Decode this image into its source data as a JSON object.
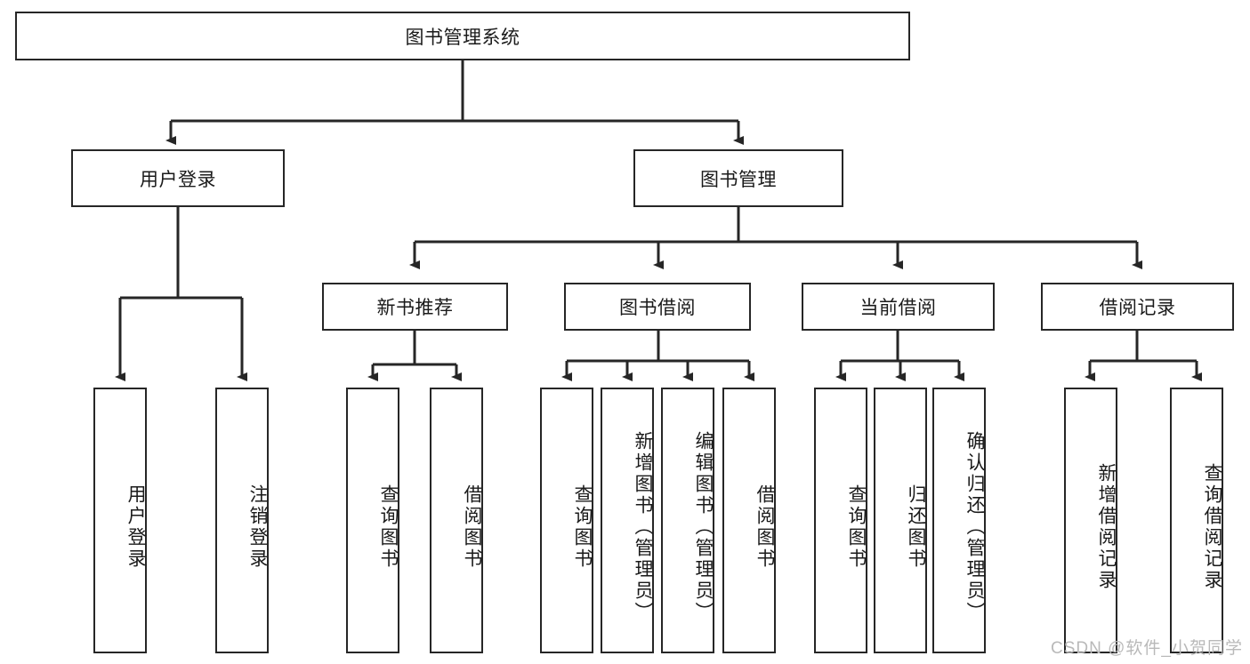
{
  "diagram": {
    "type": "tree-hierarchy-diagram",
    "title": "图书管理系统",
    "colors": {
      "stroke": "#262626",
      "fill": "#ffffff",
      "text": "#1a1a1a",
      "watermark": "#b9b9b9"
    },
    "root": {
      "label": "图书管理系统"
    },
    "level2": [
      {
        "label": "用户登录"
      },
      {
        "label": "图书管理"
      }
    ],
    "level3": [
      {
        "label": "新书推荐"
      },
      {
        "label": "图书借阅"
      },
      {
        "label": "当前借阅"
      },
      {
        "label": "借阅记录"
      }
    ],
    "leaves": {
      "user_login": [
        {
          "label": "用户登录"
        },
        {
          "label": "注销登录"
        }
      ],
      "new_book_recommend": [
        {
          "label": "查询图书"
        },
        {
          "label": "借阅图书"
        }
      ],
      "book_borrow": [
        {
          "label": "查询图书"
        },
        {
          "label": "新增图书（管理员）"
        },
        {
          "label": "编辑图书（管理员）"
        },
        {
          "label": "借阅图书"
        }
      ],
      "current_borrow": [
        {
          "label": "查询图书"
        },
        {
          "label": "归还图书"
        },
        {
          "label": "确认归还（管理员）"
        }
      ],
      "borrow_record": [
        {
          "label": "新增借阅记录"
        },
        {
          "label": "查询借阅记录"
        }
      ]
    }
  },
  "watermark": {
    "text": "CSDN @软件_小贺同学"
  }
}
